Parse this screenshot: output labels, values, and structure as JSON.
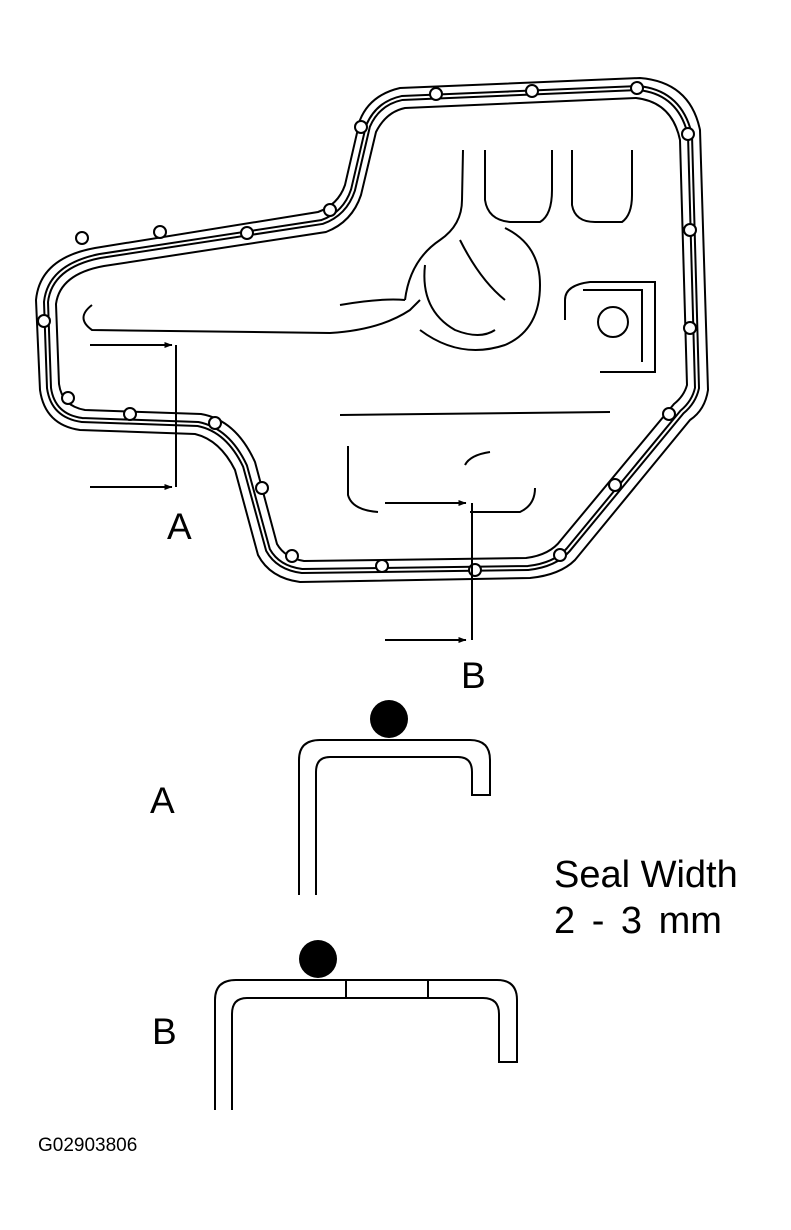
{
  "labels": {
    "section_a_top": "A",
    "section_b_top": "B",
    "section_a_detail": "A",
    "section_b_detail": "B"
  },
  "spec": {
    "line1": "Seal Width",
    "line2": "2 - 3 mm"
  },
  "figure_code": "G02903806",
  "colors": {
    "ink": "#000000",
    "paper": "#ffffff"
  }
}
